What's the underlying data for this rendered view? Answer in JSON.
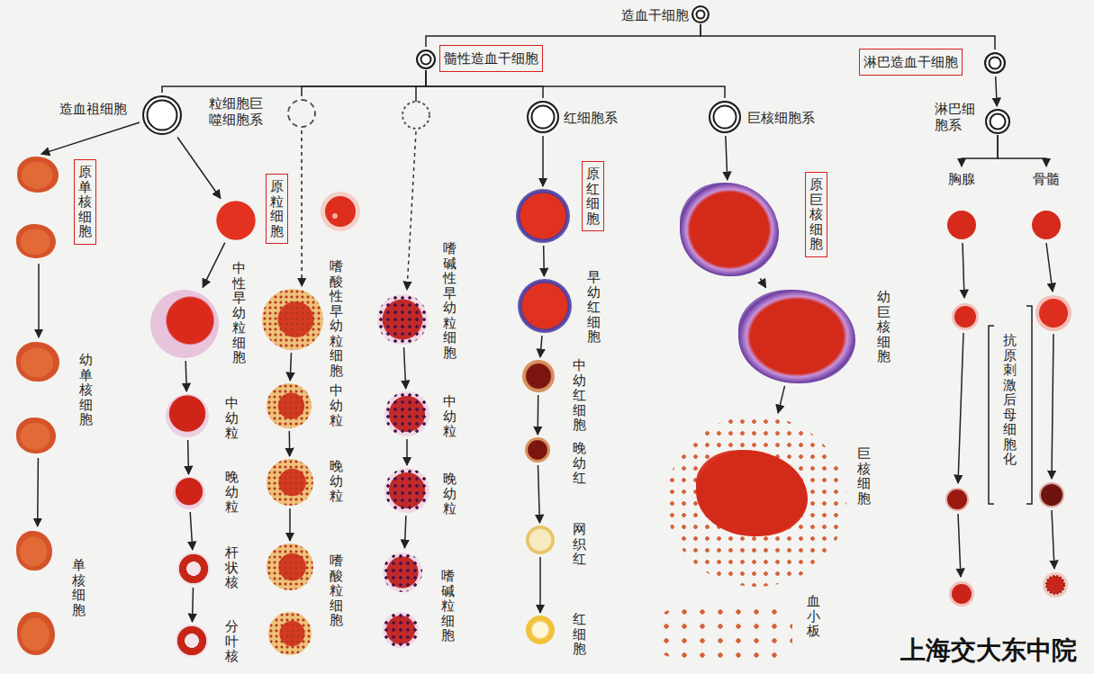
{
  "diagram": {
    "nodes": [
      {
        "text": [
          "造血干细胞"
        ]
      },
      {
        "text": [
          "髓性造血干细胞"
        ]
      },
      {
        "text": [
          "淋巴造血干细胞"
        ]
      },
      {
        "text": [
          "造血祖细胞"
        ]
      },
      {
        "text": [
          "粒细胞巨噬细胞系"
        ]
      },
      {
        "text": [
          "红细胞系"
        ]
      },
      {
        "text": [
          "巨核细胞系"
        ]
      },
      {
        "text": [
          "淋巴细胞系"
        ]
      },
      {
        "text": [
          "原单核细胞"
        ]
      },
      {
        "text": [
          "幼单核细胞"
        ]
      },
      {
        "text": [
          "单核细胞"
        ]
      },
      {
        "text": [
          "原粒细胞"
        ]
      },
      {
        "text": [
          "中性早幼粒细胞"
        ]
      },
      {
        "text": [
          "中幼粒"
        ]
      },
      {
        "text": [
          "晚幼粒"
        ]
      },
      {
        "text": [
          "杆状核"
        ]
      },
      {
        "text": [
          "分叶核"
        ]
      },
      {
        "text": [
          "嗜酸性早幼粒细胞"
        ]
      },
      {
        "text": [
          "中幼粒"
        ]
      },
      {
        "text": [
          "晚幼粒"
        ]
      },
      {
        "text": [
          "嗜酸粒细胞"
        ]
      },
      {
        "text": [
          "嗜碱性早幼粒细胞"
        ]
      },
      {
        "text": [
          "中幼粒"
        ]
      },
      {
        "text": [
          "晚幼粒"
        ]
      },
      {
        "text": [
          "嗜碱粒细胞"
        ]
      },
      {
        "text": [
          "原红细胞"
        ]
      },
      {
        "text": [
          "早幼红细胞"
        ]
      },
      {
        "text": [
          "中幼红细胞"
        ]
      },
      {
        "text": [
          "晚幼红"
        ]
      },
      {
        "text": [
          "网织红"
        ]
      },
      {
        "text": [
          "红细胞"
        ]
      },
      {
        "text": [
          "原巨核细胞"
        ]
      },
      {
        "text": [
          "幼巨核细胞"
        ]
      },
      {
        "text": [
          "巨核细胞"
        ]
      },
      {
        "text": [
          "血小板"
        ]
      },
      {
        "text": [
          "胸腺"
        ]
      },
      {
        "text": [
          "骨髓"
        ]
      }
    ],
    "edges": [
      {
        "from": 0,
        "to": 1,
        "arrow": "none"
      },
      {
        "from": 0,
        "to": 2,
        "arrow": "none"
      },
      {
        "from": 1,
        "to": 3,
        "arrow": "none"
      },
      {
        "from": 1,
        "to": 4,
        "arrow": "none"
      },
      {
        "from": 1,
        "to": 5,
        "arrow": "none"
      },
      {
        "from": 1,
        "to": 6,
        "arrow": "none"
      },
      {
        "from": 2,
        "to": 7,
        "arrow": "to"
      },
      {
        "from": 7,
        "to": 35,
        "arrow": "to"
      },
      {
        "from": 7,
        "to": 36,
        "arrow": "to"
      },
      {
        "from": 3,
        "to": 8,
        "arrow": "to"
      },
      {
        "from": 3,
        "to": 11,
        "arrow": "to"
      },
      {
        "from": 4,
        "to": 17,
        "arrow": "to"
      },
      {
        "from": 5,
        "to": 25,
        "arrow": "to"
      },
      {
        "from": 6,
        "to": 31,
        "arrow": "to"
      },
      {
        "from": 8,
        "to": 9,
        "arrow": "to"
      },
      {
        "from": 9,
        "to": 10,
        "arrow": "to"
      },
      {
        "from": 11,
        "to": 12,
        "arrow": "to"
      },
      {
        "from": 12,
        "to": 13,
        "arrow": "to"
      },
      {
        "from": 13,
        "to": 14,
        "arrow": "to"
      },
      {
        "from": 14,
        "to": 15,
        "arrow": "to"
      },
      {
        "from": 15,
        "to": 16,
        "arrow": "to"
      },
      {
        "from": 17,
        "to": 18,
        "arrow": "to"
      },
      {
        "from": 18,
        "to": 19,
        "arrow": "to"
      },
      {
        "from": 19,
        "to": 20,
        "arrow": "to"
      },
      {
        "from": 21,
        "to": 22,
        "arrow": "to"
      },
      {
        "from": 22,
        "to": 23,
        "arrow": "to"
      },
      {
        "from": 23,
        "to": 24,
        "arrow": "to"
      },
      {
        "from": 25,
        "to": 26,
        "arrow": "to"
      },
      {
        "from": 26,
        "to": 27,
        "arrow": "to"
      },
      {
        "from": 27,
        "to": 28,
        "arrow": "to"
      },
      {
        "from": 28,
        "to": 29,
        "arrow": "to"
      },
      {
        "from": 29,
        "to": 30,
        "arrow": "to"
      },
      {
        "from": 31,
        "to": 32,
        "arrow": "to"
      },
      {
        "from": 32,
        "to": 33,
        "arrow": "to"
      }
    ],
    "labels": [
      "抗原刺激后母细胞化",
      "上海交大东中院"
    ]
  }
}
